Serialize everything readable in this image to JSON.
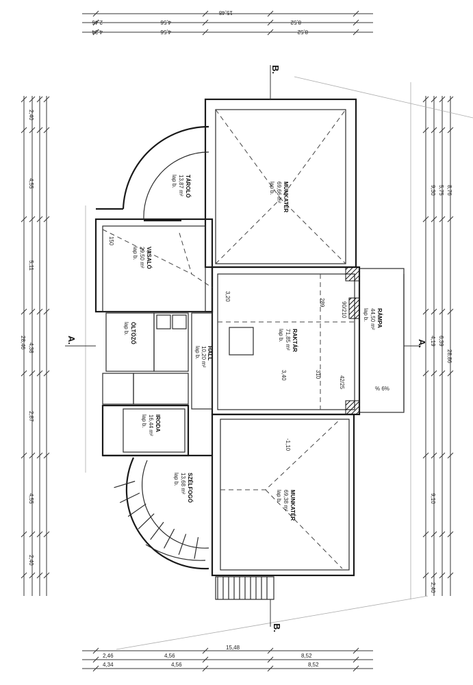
{
  "title": "Földszinti alaprajz",
  "section_markers": {
    "a_left": "A.",
    "a_right": "A.",
    "b_top": "B.",
    "b_bottom": "B."
  },
  "rooms": [
    {
      "id": "munkater-upper",
      "name": "MUNKATÉR",
      "area": "69,66 m²",
      "floor": "lap b."
    },
    {
      "id": "raktar",
      "name": "RAKTÁR",
      "area": "71,85 m²",
      "floor": "lap b."
    },
    {
      "id": "munkater-lower",
      "name": "MUNKATÉR",
      "area": "69,38 m²",
      "floor": "lap b."
    },
    {
      "id": "vasalo",
      "name": "VASALÓ",
      "area": "29,50 m²",
      "floor": "lap b."
    },
    {
      "id": "tarolo",
      "name": "TÁROLÓ",
      "area": "13,87 m²",
      "floor": "lap b."
    },
    {
      "id": "oltozo",
      "name": "ÖLTÖZŐ",
      "area": "",
      "floor": "lap b."
    },
    {
      "id": "hall",
      "name": "HALL",
      "area": "10,20 m²",
      "floor": "lap b."
    },
    {
      "id": "iroda",
      "name": "IRODA",
      "area": "16,44 m²",
      "floor": "lap b."
    },
    {
      "id": "szelfogo",
      "name": "SZÉLFOGÓ",
      "area": "13,68 m²",
      "floor": "lap b."
    },
    {
      "id": "rampa",
      "name": "RÁMPA",
      "area": "44,50 m²",
      "floor": "lap b."
    }
  ],
  "dimensions": {
    "top": [
      "15,48",
      "2,46",
      "4,56",
      "8,52",
      "4,34",
      "4,56",
      "8,52"
    ],
    "bottom": [
      "15,48",
      "2,46",
      "4,56",
      "8,52",
      "4,34",
      "4,56",
      "8,52"
    ],
    "left": [
      "28,46",
      "2,40",
      "4,55",
      "5,11",
      "4,38",
      "2,87",
      "4,55",
      "2,40"
    ],
    "right": [
      "28,86",
      "9,30",
      "5,75",
      "4,19",
      "6,39",
      "8,76",
      "9,10",
      "2,40"
    ]
  },
  "annotations": {
    "door_90_210": "90/210",
    "window_150": "150",
    "level_110": "-1,10",
    "level_320": "3,20",
    "level_340": "3,40",
    "slope": "% 6%",
    "h_289": "289",
    "h_310": "310",
    "dim_4250": "42/25"
  }
}
